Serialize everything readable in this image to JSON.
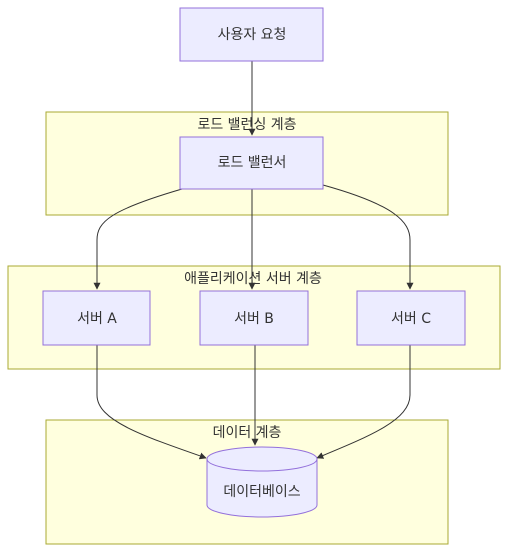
{
  "clusters": {
    "lb": {
      "title": "로드 밸런싱 계층"
    },
    "app": {
      "title": "애플리케이션 서버 계층"
    },
    "data": {
      "title": "데이터 계층"
    }
  },
  "nodes": {
    "user": {
      "label": "사용자 요청"
    },
    "lb": {
      "label": "로드 밸런서"
    },
    "server_a": {
      "label": "서버 A"
    },
    "server_b": {
      "label": "서버 B"
    },
    "server_c": {
      "label": "서버 C"
    },
    "db": {
      "label": "데이터베이스"
    }
  },
  "edges": [
    {
      "from": "user",
      "to": "lb"
    },
    {
      "from": "lb",
      "to": "server_a"
    },
    {
      "from": "lb",
      "to": "server_b"
    },
    {
      "from": "lb",
      "to": "server_c"
    },
    {
      "from": "server_a",
      "to": "db"
    },
    {
      "from": "server_b",
      "to": "db"
    },
    {
      "from": "server_c",
      "to": "db"
    }
  ],
  "colors": {
    "cluster_fill": "#ffffde",
    "cluster_stroke": "#aaaa33",
    "node_fill": "#ececff",
    "node_stroke": "#9370db",
    "edge": "#333333",
    "text": "#333333"
  }
}
